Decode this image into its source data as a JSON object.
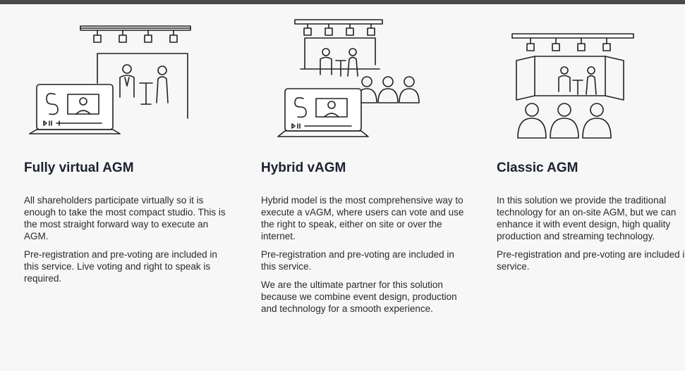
{
  "sections": [
    {
      "title": "Fully virtual AGM",
      "paragraphs": [
        "All shareholders participate virtually so it is enough to take the most compact studio. This is the most straight forward way to execute an AGM.",
        "Pre-registration and pre-voting are included in this service. Live voting and right to speak is required."
      ],
      "illustration_icon": "virtual-studio-icon"
    },
    {
      "title": "Hybrid vAGM",
      "paragraphs": [
        "Hybrid model is the most comprehensive way to execute a vAGM, where users can vote and use the right to speak, either on site or over the internet.",
        "Pre-registration and pre-voting are included in this service.",
        "We are the ultimate partner for this solution because we combine event design, production and technology for a smooth experience."
      ],
      "illustration_icon": "hybrid-venue-icon"
    },
    {
      "title": "Classic AGM",
      "paragraphs": [
        "In this solution we provide the traditional technology for an on-site AGM, but we can enhance it with event design, high quality production and streaming technology.",
        "Pre-registration and pre-voting are included in this service."
      ],
      "illustration_icon": "classic-stage-icon"
    }
  ],
  "colors": {
    "heading": "#1c2230",
    "topbar": "#4a4a4a",
    "background": "#f7f7f7"
  }
}
